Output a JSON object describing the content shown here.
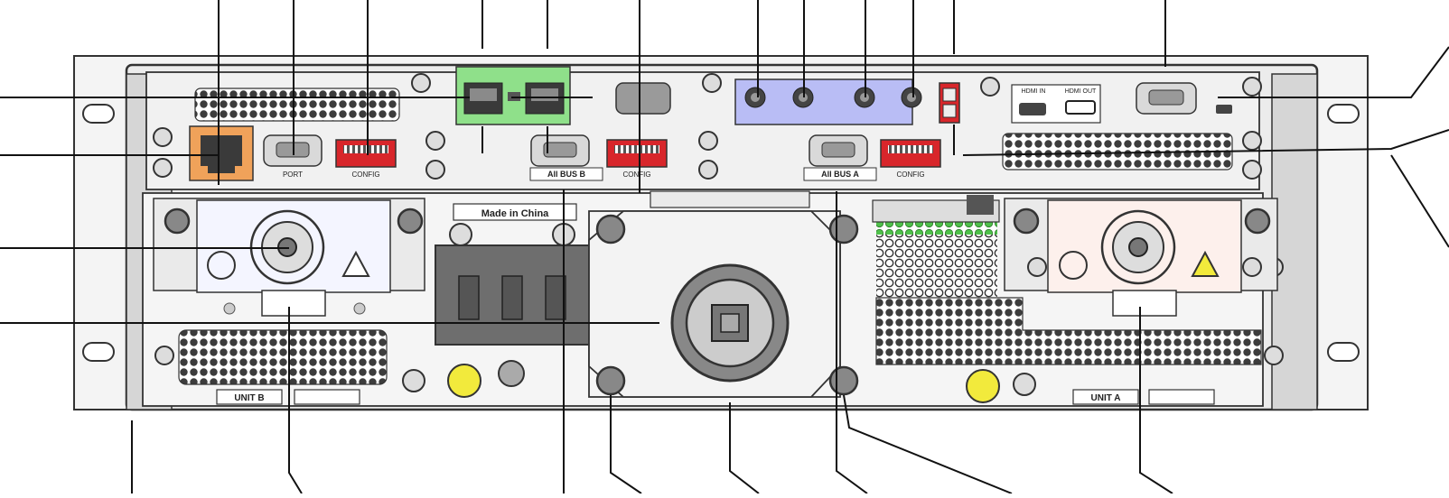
{
  "labels": {
    "made_in": "Made in China",
    "unit_b": "UNIT B",
    "unit_a": "UNIT A",
    "bus_b": "All BUS B",
    "bus_a": "All BUS A",
    "port": "PORT",
    "config_b": "CONFIG",
    "config_mid": "CONFIG",
    "config_a": "CONFIG",
    "hdmi_in": "HDMI IN",
    "hdmi_out": "HDMI OUT"
  },
  "colors": {
    "green_panel": "#8fe08a",
    "blue_panel": "#b9bdf5",
    "orange_port": "#f0a25a",
    "red_block": "#d8262b",
    "yellow_ground": "#f2ea3c",
    "psu_b_fill": "#f4f5ff",
    "psu_a_fill": "#fdf0ec",
    "breaker": "#6e6e6e",
    "chassis": "#e9e9e9"
  }
}
